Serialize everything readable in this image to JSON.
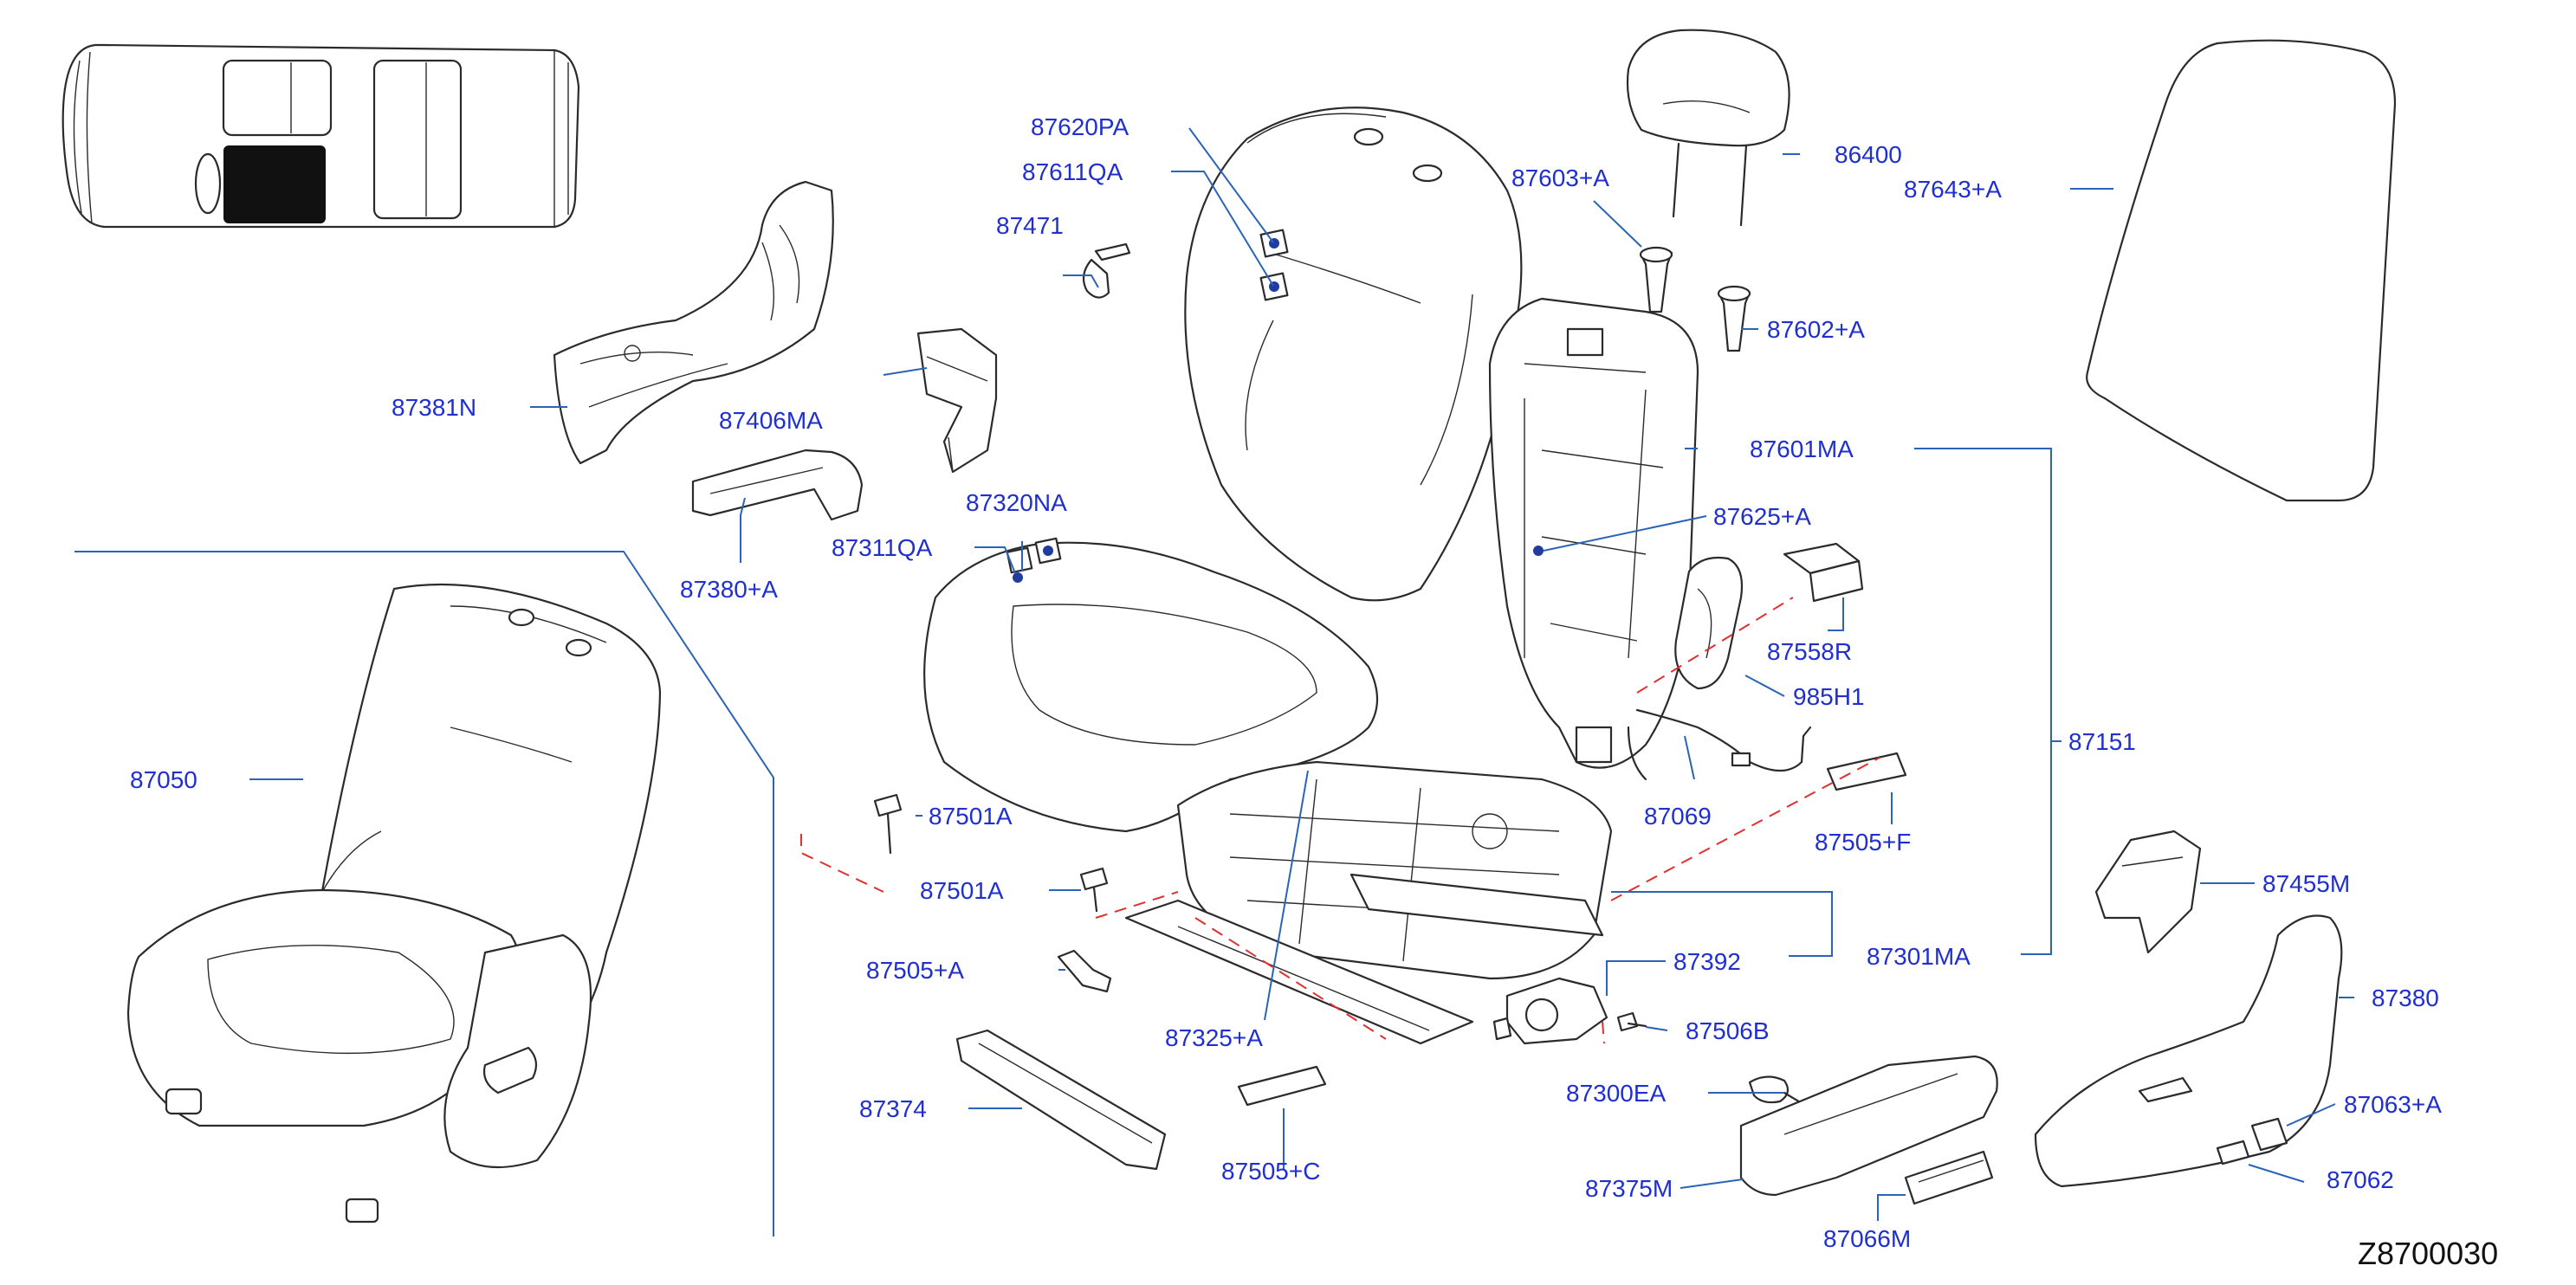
{
  "diagram_code": "Z8700030",
  "colors": {
    "label": "#1f2fd0",
    "leader": "#2a64b8",
    "dashed_guide": "#e03030",
    "outline": "#2b2b2b",
    "marker_dot": "#1f3c9e"
  },
  "labels": {
    "p87620PA": "87620PA",
    "p87611QA": "87611QA",
    "p87471": "87471",
    "p87603A": "87603+A",
    "p86400": "86400",
    "p87643A": "87643+A",
    "p87381N": "87381N",
    "p87406MA": "87406MA",
    "p87602A": "87602+A",
    "p87601MA": "87601MA",
    "p87320NA": "87320NA",
    "p87311QA": "87311QA",
    "p87380A": "87380+A",
    "p87625A": "87625+A",
    "p87558R": "87558R",
    "p985H1": "985H1",
    "p87151": "87151",
    "p87050": "87050",
    "p87501A_1": "87501A",
    "p87069": "87069",
    "p87505F": "87505+F",
    "p87501A_2": "87501A",
    "p87455M": "87455M",
    "p87505A": "87505+A",
    "p87392": "87392",
    "p87301MA": "87301MA",
    "p87380": "87380",
    "p87325A": "87325+A",
    "p87506B": "87506B",
    "p87374": "87374",
    "p87300EA": "87300EA",
    "p87063A": "87063+A",
    "p87505C": "87505+C",
    "p87375M": "87375M",
    "p87062": "87062",
    "p87066M": "87066M"
  }
}
